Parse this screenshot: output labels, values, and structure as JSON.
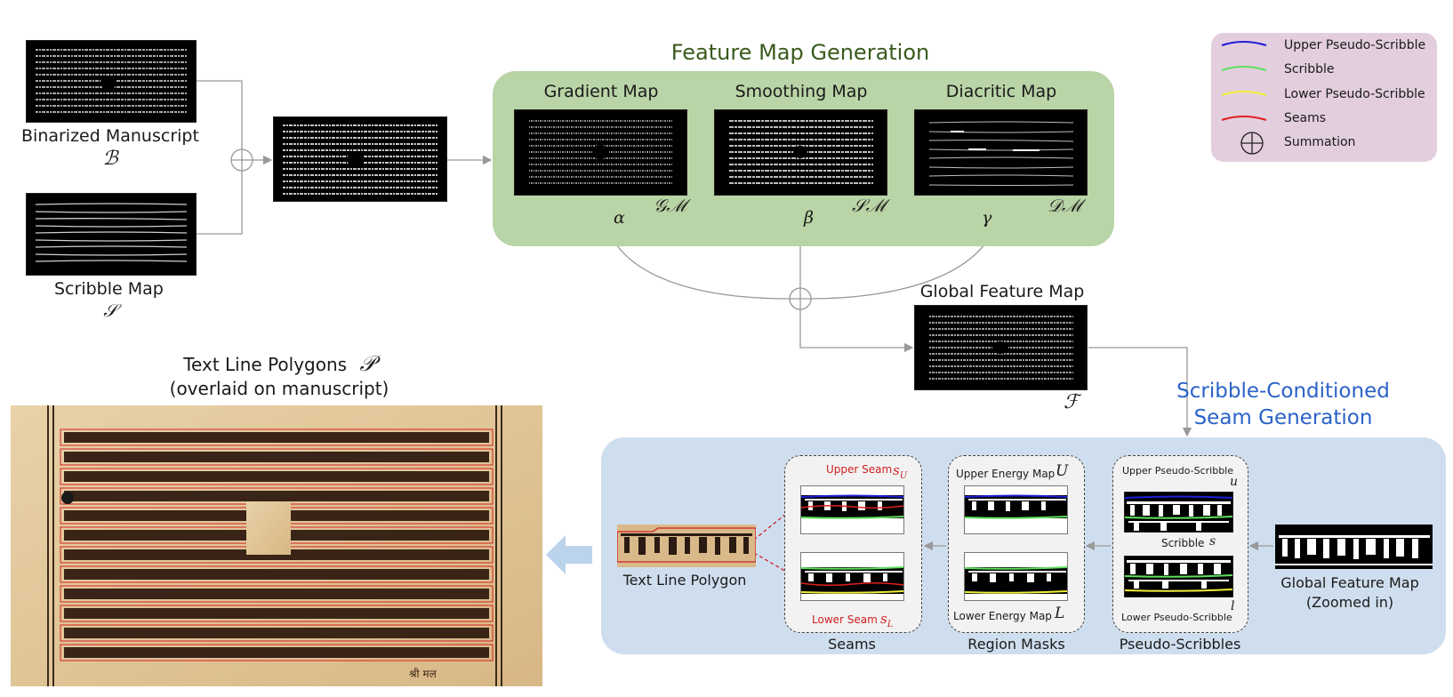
{
  "inputs": {
    "binarized_label": "Binarized Manuscript",
    "binarized_symbol": "ℬ",
    "scribble_label": "Scribble Map",
    "scribble_symbol": "𝒮"
  },
  "feature_map_generation": {
    "title": "Feature Map Generation",
    "gradient": {
      "label": "Gradient Map",
      "symbol": "𝒢ℳ",
      "weight": "α"
    },
    "smoothing": {
      "label": "Smoothing Map",
      "symbol": "𝒮ℳ",
      "weight": "β"
    },
    "diacritic": {
      "label": "Diacritic Map",
      "symbol": "𝒟ℳ",
      "weight": "γ"
    }
  },
  "global_feature_map": {
    "label": "Global Feature Map",
    "symbol": "ℱ"
  },
  "seam_generation": {
    "title_line1": "Scribble-Conditioned",
    "title_line2": "Seam Generation",
    "zoomed_label_line1": "Global Feature Map",
    "zoomed_label_line2": "(Zoomed in)",
    "pseudo_scribbles": {
      "caption": "Pseudo-Scribbles",
      "upper_label": "Upper Pseudo-Scribble",
      "upper_symbol": "u",
      "scribble_label": "Scribble",
      "scribble_symbol": "𝑠",
      "lower_label": "Lower Pseudo-Scribble",
      "lower_symbol": "l"
    },
    "region_masks": {
      "caption": "Region Masks",
      "upper_label": "Upper Energy Map",
      "upper_symbol": "U",
      "lower_label": "Lower Energy Map",
      "lower_symbol": "L"
    },
    "seams": {
      "caption": "Seams",
      "upper_label": "Upper Seam",
      "upper_symbol": "s",
      "upper_sub": "U",
      "lower_label": "Lower Seam",
      "lower_symbol": "s",
      "lower_sub": "L"
    },
    "text_line_polygon_label": "Text Line Polygon"
  },
  "output": {
    "title": "Text Line Polygons",
    "symbol": "𝒫",
    "subtitle": "(overlaid on manuscript)",
    "footer_text": "श्री मल"
  },
  "legend": {
    "items": [
      {
        "label": "Upper Pseudo-Scribble",
        "color": "#1f1fd6"
      },
      {
        "label": "Scribble",
        "color": "#5ee05e"
      },
      {
        "label": "Lower Pseudo-Scribble",
        "color": "#f0f03a"
      },
      {
        "label": "Seams",
        "color": "#e02020"
      }
    ],
    "summation_label": "Summation"
  },
  "colors": {
    "feature_panel": "#b9d4a6",
    "seam_panel": "#cfdeee",
    "legend_panel": "#e3cede",
    "green_title": "#3a5a1c",
    "blue_title": "#2a62c8",
    "seam_red": "#d02020"
  }
}
